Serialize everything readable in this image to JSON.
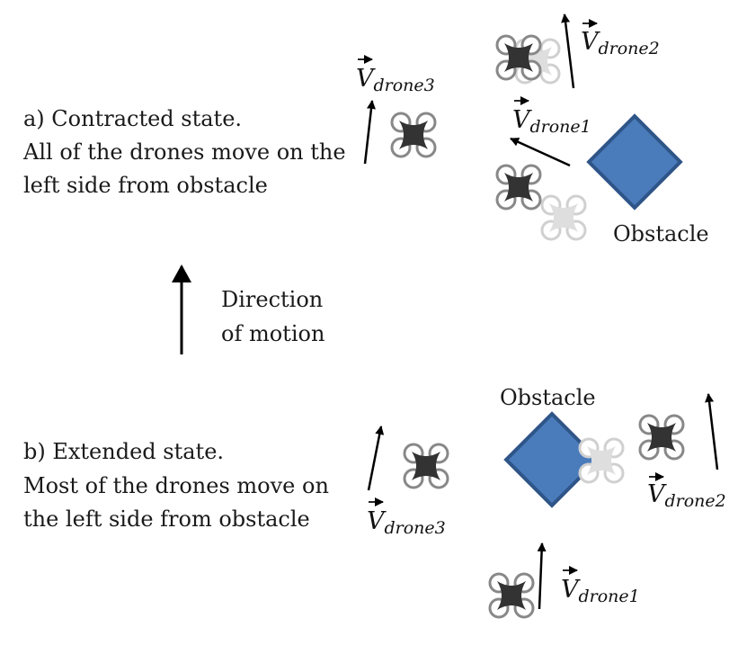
{
  "colors": {
    "obstacle_fill": "#4a7bbb",
    "obstacle_stroke": "#2f5588",
    "drone_body": "#333333",
    "drone_rotor": "#888888",
    "ghost_body": "#dedede",
    "ghost_rotor": "#d0d0d0",
    "arrow": "#000000"
  },
  "icons": [
    "quadcopter-drone-icon",
    "obstacle-diamond-icon",
    "arrow-icon"
  ],
  "panel_a": {
    "caption_line1": "a) Contracted state.",
    "caption_line2": "All of the drones move on the",
    "caption_line3": "left side from obstacle",
    "obstacle_label": "Obstacle",
    "drone3": {
      "vec_symbol": "V",
      "subscript": "drone3"
    },
    "drone2": {
      "vec_symbol": "V",
      "subscript": "drone2"
    },
    "drone1": {
      "vec_symbol": "V",
      "subscript": "drone1"
    }
  },
  "motion": {
    "line1": "Direction",
    "line2": "of motion"
  },
  "panel_b": {
    "caption_line1": "b) Extended state.",
    "caption_line2": "Most of the drones move on",
    "caption_line3": "the left side from obstacle",
    "obstacle_label": "Obstacle",
    "drone3": {
      "vec_symbol": "V",
      "subscript": "drone3"
    },
    "drone2": {
      "vec_symbol": "V",
      "subscript": "drone2"
    },
    "drone1": {
      "vec_symbol": "V",
      "subscript": "drone1"
    }
  }
}
